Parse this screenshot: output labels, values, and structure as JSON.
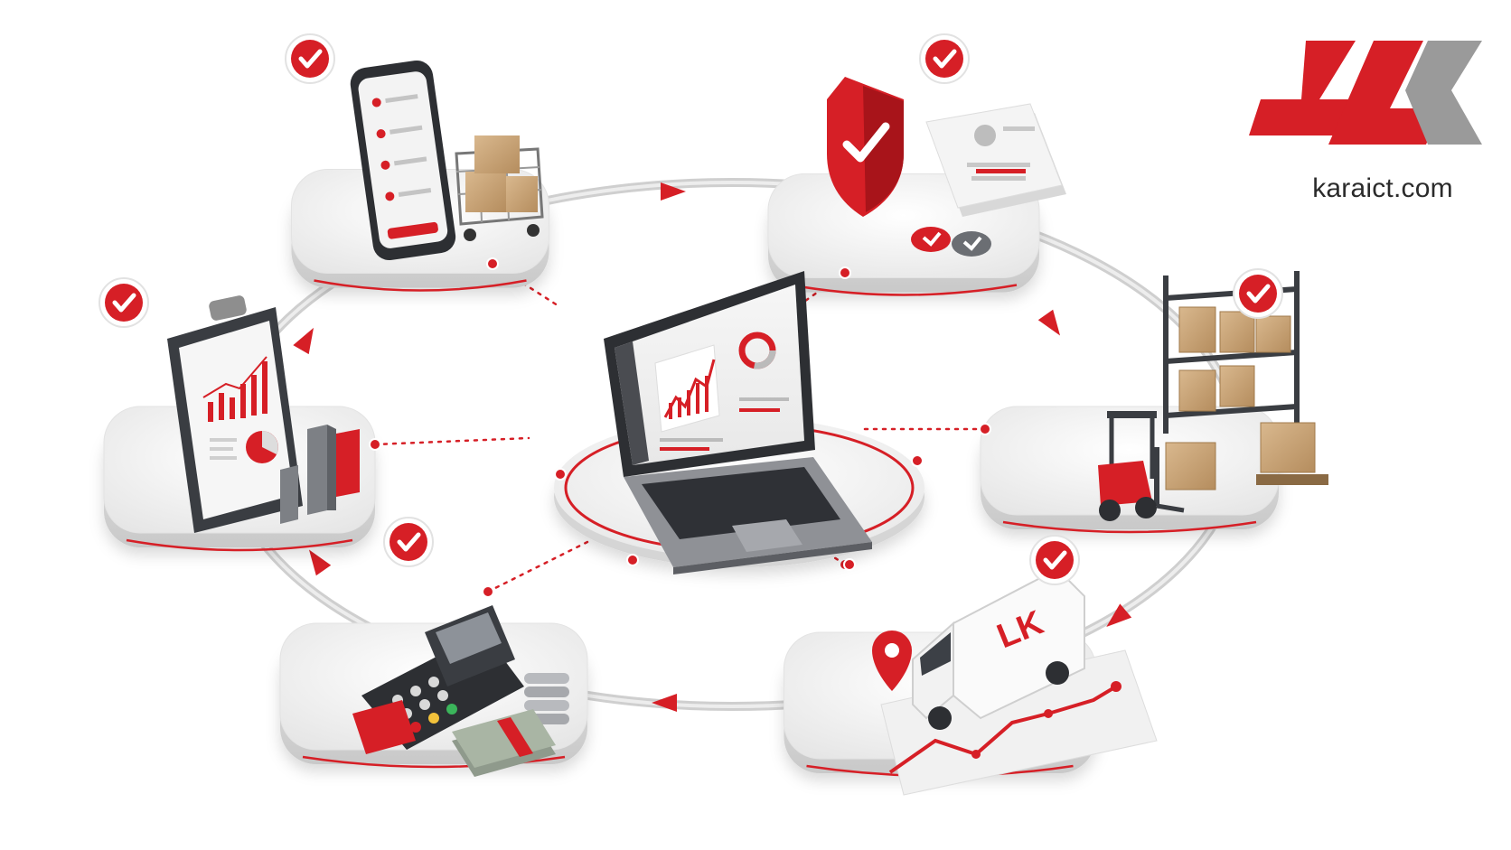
{
  "brand": {
    "logo_icon": "lk-logo-icon",
    "domain": "karaict.com"
  },
  "colors": {
    "accent": "#d61f26",
    "accent_dark": "#a8141a",
    "gray": "#8e8e8e",
    "dark": "#3a3d42",
    "platform": "#eeeeee"
  },
  "hub": {
    "icon": "laptop-dashboard-icon"
  },
  "nodes": [
    {
      "id": "order",
      "icon": "smartphone-cart-icon",
      "status": "check-icon"
    },
    {
      "id": "security",
      "icon": "shield-document-icon",
      "status": "check-icon"
    },
    {
      "id": "warehouse",
      "icon": "warehouse-forklift-icon",
      "status": "check-icon"
    },
    {
      "id": "delivery",
      "icon": "delivery-van-map-icon",
      "status": "check-icon"
    },
    {
      "id": "payment",
      "icon": "payment-terminal-cash-icon",
      "status": "check-icon"
    },
    {
      "id": "reporting",
      "icon": "clipboard-report-icon",
      "status": "check-icon"
    }
  ],
  "flow": {
    "direction": "clockwise"
  }
}
